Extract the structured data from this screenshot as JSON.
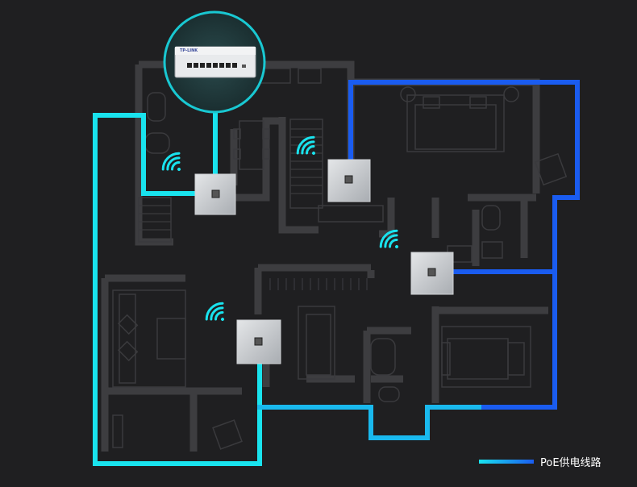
{
  "legend": {
    "label": "PoE供电线路"
  },
  "switch": {
    "brand": "TP-LINK"
  },
  "colors": {
    "cyan": "#19e3ee",
    "blue": "#1a5cf0",
    "background": "#1f1f21",
    "wall": "#3d3d40"
  },
  "access_points": [
    {
      "name": "ap-left-upper",
      "wifi": "wifi-icon"
    },
    {
      "name": "ap-center",
      "wifi": "wifi-icon"
    },
    {
      "name": "ap-right",
      "wifi": "wifi-icon"
    },
    {
      "name": "ap-bottom-left",
      "wifi": "wifi-icon"
    }
  ]
}
